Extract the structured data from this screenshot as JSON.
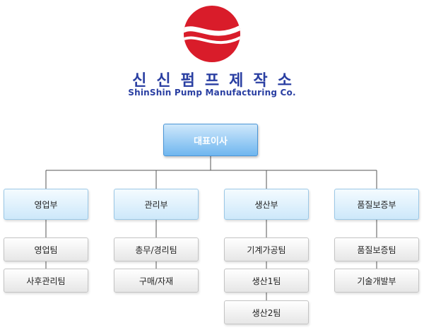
{
  "header": {
    "company_name_ko": "신신펌프제작소",
    "company_name_en": "ShinShin Pump Manufacturing Co."
  },
  "colors": {
    "brand_blue": "#2a3fa2",
    "logo_red": "#d91c2a",
    "ceo_blue": "#6fb6ef"
  },
  "org": {
    "ceo": "대표이사",
    "departments": [
      {
        "name": "영업부",
        "teams": [
          "영업팀",
          "사후관리팀"
        ]
      },
      {
        "name": "관리부",
        "teams": [
          "총무/경리팀",
          "구매/자재"
        ]
      },
      {
        "name": "생산부",
        "teams": [
          "기계가공팀",
          "생산1팀",
          "생산2팀"
        ]
      },
      {
        "name": "품질보증부",
        "teams": [
          "품질보증팀",
          "기술개발부"
        ]
      }
    ]
  }
}
